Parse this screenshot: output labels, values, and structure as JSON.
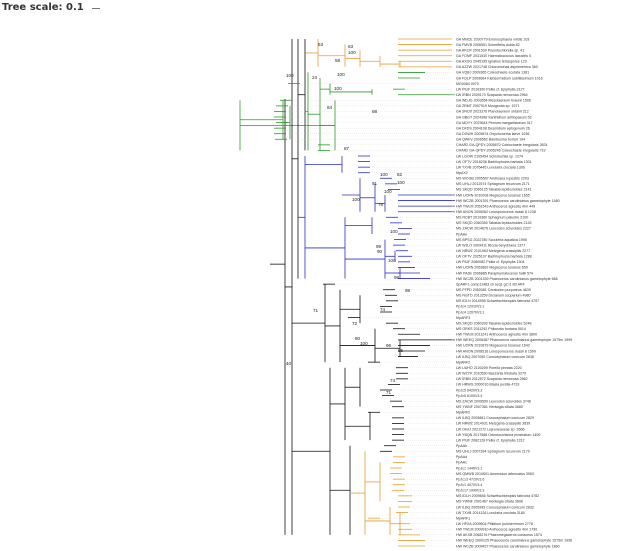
{
  "header": {
    "tree_scale_label": "Tree scale: 0.1"
  },
  "colors": {
    "orange": "#e89c32",
    "green": "#2a9a27",
    "blue": "#2c2cc8",
    "black": "#111111"
  },
  "taxa": [
    "GA MNCE 2030779 Eremosphaera viridis 103",
    "GA FMVB 2006551 Scherffelia dubia 82",
    "GA AKCR 2001539 Pseudochlorella sp. 41",
    "GA FOMF 2031530 Haematococcus lacustris 5",
    "GA AXGG 2045195 Ignatius tetrasporus 123",
    "GA AZZW 2021748 Chloromonas asymmetrica 360",
    "GA VQBJ 2009365 Coleochaete scutata 1381",
    "GA FQLP 2009664 Klebsormidium subtilissimum 1016",
    "MG0084 0070",
    "LW PIUF 2016390 Pellia cf. Epiphylla 3127",
    "LW IRBN 2009170 Scapania nemorosa 2964",
    "GA WDJG 2003654 Mesotaenium braunii 1506",
    "GA ZRMT 2007919 Mougeotia sp. 1571",
    "GA SNOX 2023376 Planotaenium ohtanii 212",
    "GA GBGT 2024398 Xanthidium antilopaeum 53",
    "GA MOYY 2023644 Penium margaritaceum 317",
    "GA DFDS 2004108 Desmidium aptogonum 26",
    "GA DGWH 2009874 Onychonema laeve 1036",
    "GA QWFV 2006562 Bambusina borreri 194",
    "CHAR2 GA-QPDY-2005870 Coleochaete irregularis 2824",
    "CHAR2 GA-QPDY-2005246 Coleochaete irregularis 719",
    "LW LGOW 2105454 Schistochila sp. 1274",
    "LW OFTV 2018236 Barbilophozia barbata 1301",
    "LW TXVB 2076445 Lunularia cruciata 1306",
    "MpAX2",
    "MS WOGB 2005507 Andreaea rupestris 2203",
    "MS UHLJ 2012574 Sphagnum recurvum 2171",
    "MS SKQD 2065125 Takakia lepidozioides 2141",
    "HW UCRN 2010208 Megaceros tosanus 1655",
    "HW WCZB 2001391 Phaeoceros carolinianus gametophyte 1480",
    "HW TWLM 2051543 Anthoceros agrestis 4rm 449",
    "HW ANON 2006062 Leiosporoceros dussii 8 1238",
    "MS RCBT 2019360 Sphagnum palustre 2100",
    "MS SKQD 2060355 Takakia lepidozioides 2126",
    "MS ZACW 2014676 Leucodon sciuroides 2227",
    "PpAAe",
    "MS BPSG 2022780 Scouleria aquatica 1995",
    "LW WJLO 2009411 Riccia berychiana 1377",
    "LW NRWZ 2101063 Metzgeria crassipilis 2277",
    "LW OFTV 2025107 Barbilophozia barbata 1288",
    "LW PIUF 2080082 Pellia cf. Epiphylla 1304",
    "HW UCRN 2053862 Megaceros tosanus 659",
    "HW PAJB 2006885 Paraphymatoceros hallii 574",
    "HW WCZB 2001339 Phaeoceros carolinianus gametophyte 668",
    "SpARF1 comp11483 c0 seq1 g2.i1 B3 ARF",
    "MS FFPD 2050081 Ceratodon purpureus 4639",
    "MS NGTD 2013259 Dicranum scoparium 4980",
    "MS IDLH 2014598 Schwetschkeopsis fabronia 4797",
    "PpJc4 12910V3.1",
    "PpJc4 12070V3.1",
    "MpARF3",
    "MS SKQD 2060393 Takakia lepidozioides 5248",
    "MS ORKS 2011292 Philonotis fontana 5014",
    "HW TWLM 2011241 Anthoceros agrestis 4rm 3800",
    "HW WEEQ 2006487 Phaeoceros carolinianus gametophyte 1575m 1999",
    "HW UCRN 2010879 Megaceros tosanus 1643",
    "HW ANON 2008516 Leiosporoceros dussii 8 1599",
    "LW ILBQ 2007050 Conocephalum conicum 2838",
    "MpARF2",
    "LW UUHO 2100209 Porella pinnata 2220",
    "LW WZYK 2010530 Bazzania trilobata 3279",
    "LW IRBN 2012572 Scapania nemorosa 2862",
    "LW HRWG 2000010 Blasia pusilla 4733",
    "PpJc5 6420V3.3",
    "PpJc5 6100V3.4",
    "MS ZACW 2009590 Leucodon sciuroides 3748",
    "MS YWNF 2007381 Hedwigia ciliata 3680",
    "MpARF2",
    "LW ILBQ 2005881 Conocephalum conicum 2829",
    "LW NRWZ 2014931 Metzgeria crassipilis 3839",
    "LW OHJJ 2021272 Lejeuneaceae sp. 2666",
    "LW YBQN 2017568 Odontoschisma prostratum 1409",
    "LW PIUF 2082128 Pellia cf. Epiphylla 1312",
    "PpAAb",
    "MS UHLJ 2007394 Sphagnum recurvum 2179",
    "PpAAd",
    "PpAAc",
    "PpJc1 1440V3.1",
    "MS QMWB 2010601 Anomodon attenuatus 3063",
    "PpJc13 4720V3.6",
    "PpJc1 4070V3.4",
    "PpJc17 1990V3.3",
    "MS IDLH 2009846 Schwetschkeopsis fabronia 4782",
    "MS YWNF 2001467 Hedwigia ciliata 3696",
    "LW ILBQ 2005995 Conocephalum conicum 2832",
    "LW TXVB 2014126 Lunularia cruciata 3180",
    "MpARF1",
    "LW HFXA 2009604 Ptilidium pulcherrimum 2778",
    "HW TWLM 2009910 Anthoceros agrestis 4rm 1790",
    "HW AKXB 2068276 Phaeomegaceros coriaceus 1574",
    "HW WEEQ 2009125 Phaeoceros carolinianus gametophyte 1575m 1996",
    "HW WCZB 2009427 Phaeoceros carolinianus gametophyte 1860"
  ],
  "supports": [
    "53",
    "63",
    "100",
    "58",
    "100",
    "100",
    "24",
    "100",
    "88",
    "84",
    "87",
    "82",
    "100",
    "71",
    "72",
    "74",
    "40",
    "100",
    "100",
    "91",
    "100",
    "99",
    "90",
    "100",
    "98",
    "98",
    "100",
    "78",
    "80",
    "100",
    "96",
    "95",
    "74",
    "71"
  ]
}
